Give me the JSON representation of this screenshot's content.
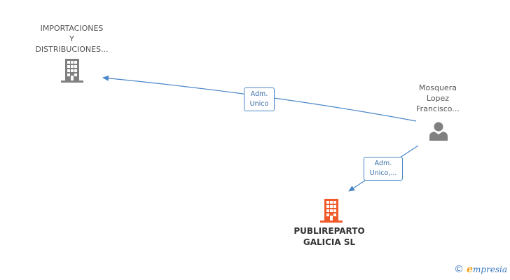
{
  "nodes": {
    "importaciones": {
      "lines": [
        "IMPORTACIONES",
        "Y",
        "DISTRIBUCIONES..."
      ],
      "icon": "building-icon",
      "color": "#808080"
    },
    "person": {
      "lines": [
        "Mosquera",
        "Lopez",
        "Francisco..."
      ],
      "icon": "person-icon",
      "color": "#808080"
    },
    "publireparto": {
      "lines": [
        "PUBLIREPARTO",
        "GALICIA SL"
      ],
      "icon": "building-icon",
      "color": "#f05a28"
    }
  },
  "edges": {
    "to_importaciones": {
      "lines": [
        "Adm.",
        "Unico"
      ]
    },
    "to_publireparto": {
      "lines": [
        "Adm.",
        "Unico,..."
      ]
    }
  },
  "colors": {
    "edge": "#4a86c8"
  },
  "footer": {
    "copyright": "©",
    "brand_initial": "e",
    "brand_rest": "mpresia"
  }
}
